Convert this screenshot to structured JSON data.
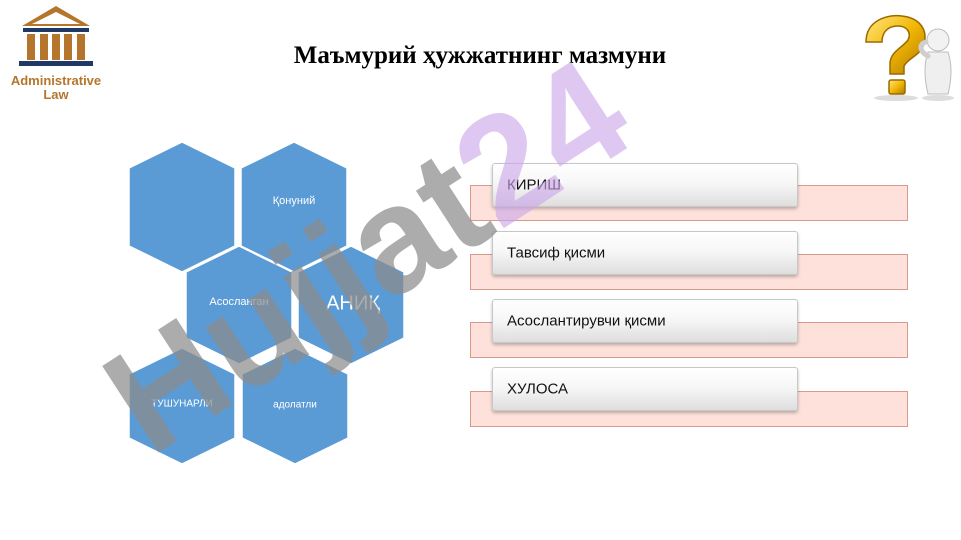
{
  "slide": {
    "title": "Маъмурий ҳужжатнинг мазмуни",
    "logo": {
      "line1": "Administrative",
      "line2": "Law"
    },
    "watermark_text": "Hujjat24"
  },
  "hexagons": [
    {
      "label": ""
    },
    {
      "label": "Қонуний"
    },
    {
      "label": "Асосланган"
    },
    {
      "label": "АНИҚ"
    },
    {
      "label": "ТУШУНАРЛИ"
    },
    {
      "label": "адолатли"
    }
  ],
  "list": [
    {
      "label": "КИРИШ"
    },
    {
      "label": "Тавсиф қисми"
    },
    {
      "label": "Асослантирувчи қисми"
    },
    {
      "label": "ХУЛОСА"
    }
  ],
  "colors": {
    "hex_fill": "#5b9bd5",
    "hex_stroke": "#ffffff",
    "band_fill": "#fde1da",
    "band_border": "#d99a8e",
    "logo_color": "#b6752c",
    "logo_navy": "#1f3864",
    "watermark_gray": "#8c8c8c",
    "watermark_purple": "#c9a6e8"
  }
}
